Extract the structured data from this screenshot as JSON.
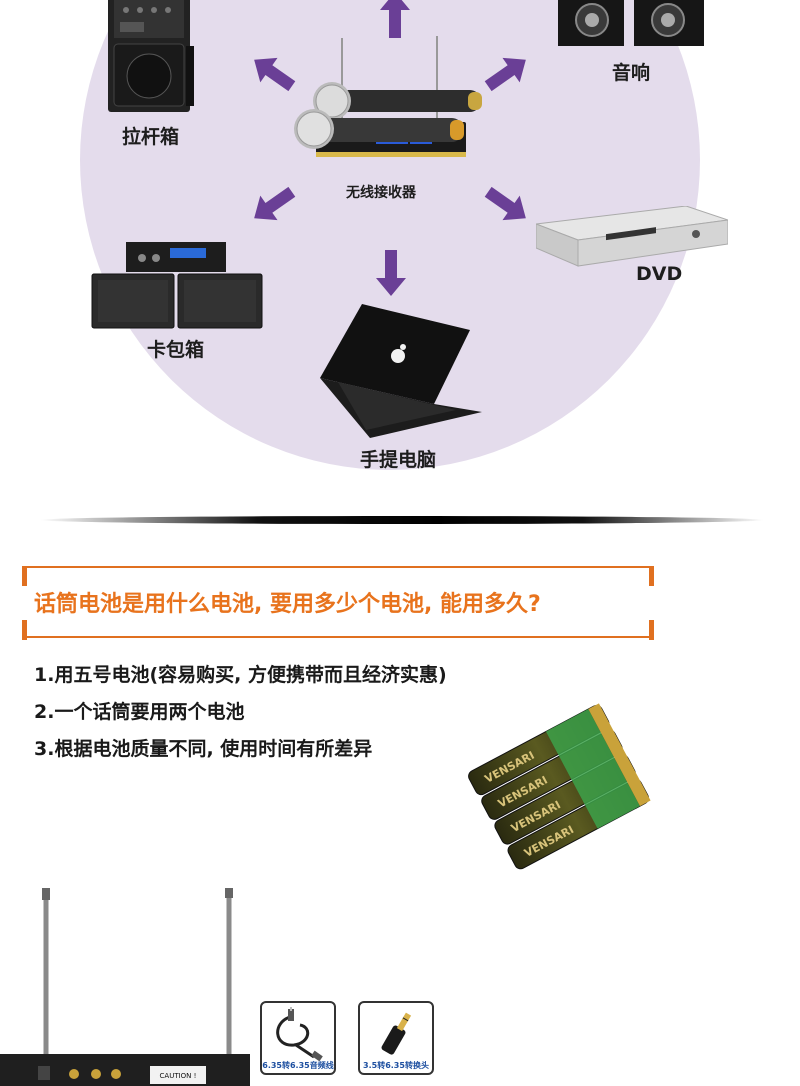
{
  "diagram": {
    "center_label": "无线接收器",
    "devices": [
      {
        "key": "trolley",
        "label": "拉杆箱",
        "icon": "trolley-speaker-icon"
      },
      {
        "key": "speaker",
        "label": "音响",
        "icon": "bookshelf-speaker-icon"
      },
      {
        "key": "dvd",
        "label": "DVD",
        "icon": "dvd-player-icon"
      },
      {
        "key": "karaoke",
        "label": "卡包箱",
        "icon": "karaoke-speaker-icon"
      },
      {
        "key": "laptop",
        "label": "手提电脑",
        "icon": "laptop-icon"
      }
    ],
    "accent_color": "#6a3f96",
    "circle_color": "#e4dcec"
  },
  "faq": {
    "question": "话筒电池是用什么电池, 要用多少个电池, 能用多久?",
    "question_color": "#e8731d",
    "answers": [
      "1.用五号电池(容易购买, 方便携带而且经济实惠)",
      "2.一个话筒要用两个电池",
      "3.根据电池质量不同, 使用时间有所差异"
    ],
    "battery_brand": "VENSARI"
  },
  "receiver_panel": {
    "caution": "CAUTION !"
  },
  "accessories": [
    {
      "label": "6.35转6.35音频线",
      "icon": "audio-cable-icon"
    },
    {
      "label": "3.5转6.35转换头",
      "icon": "jack-adapter-icon"
    }
  ]
}
